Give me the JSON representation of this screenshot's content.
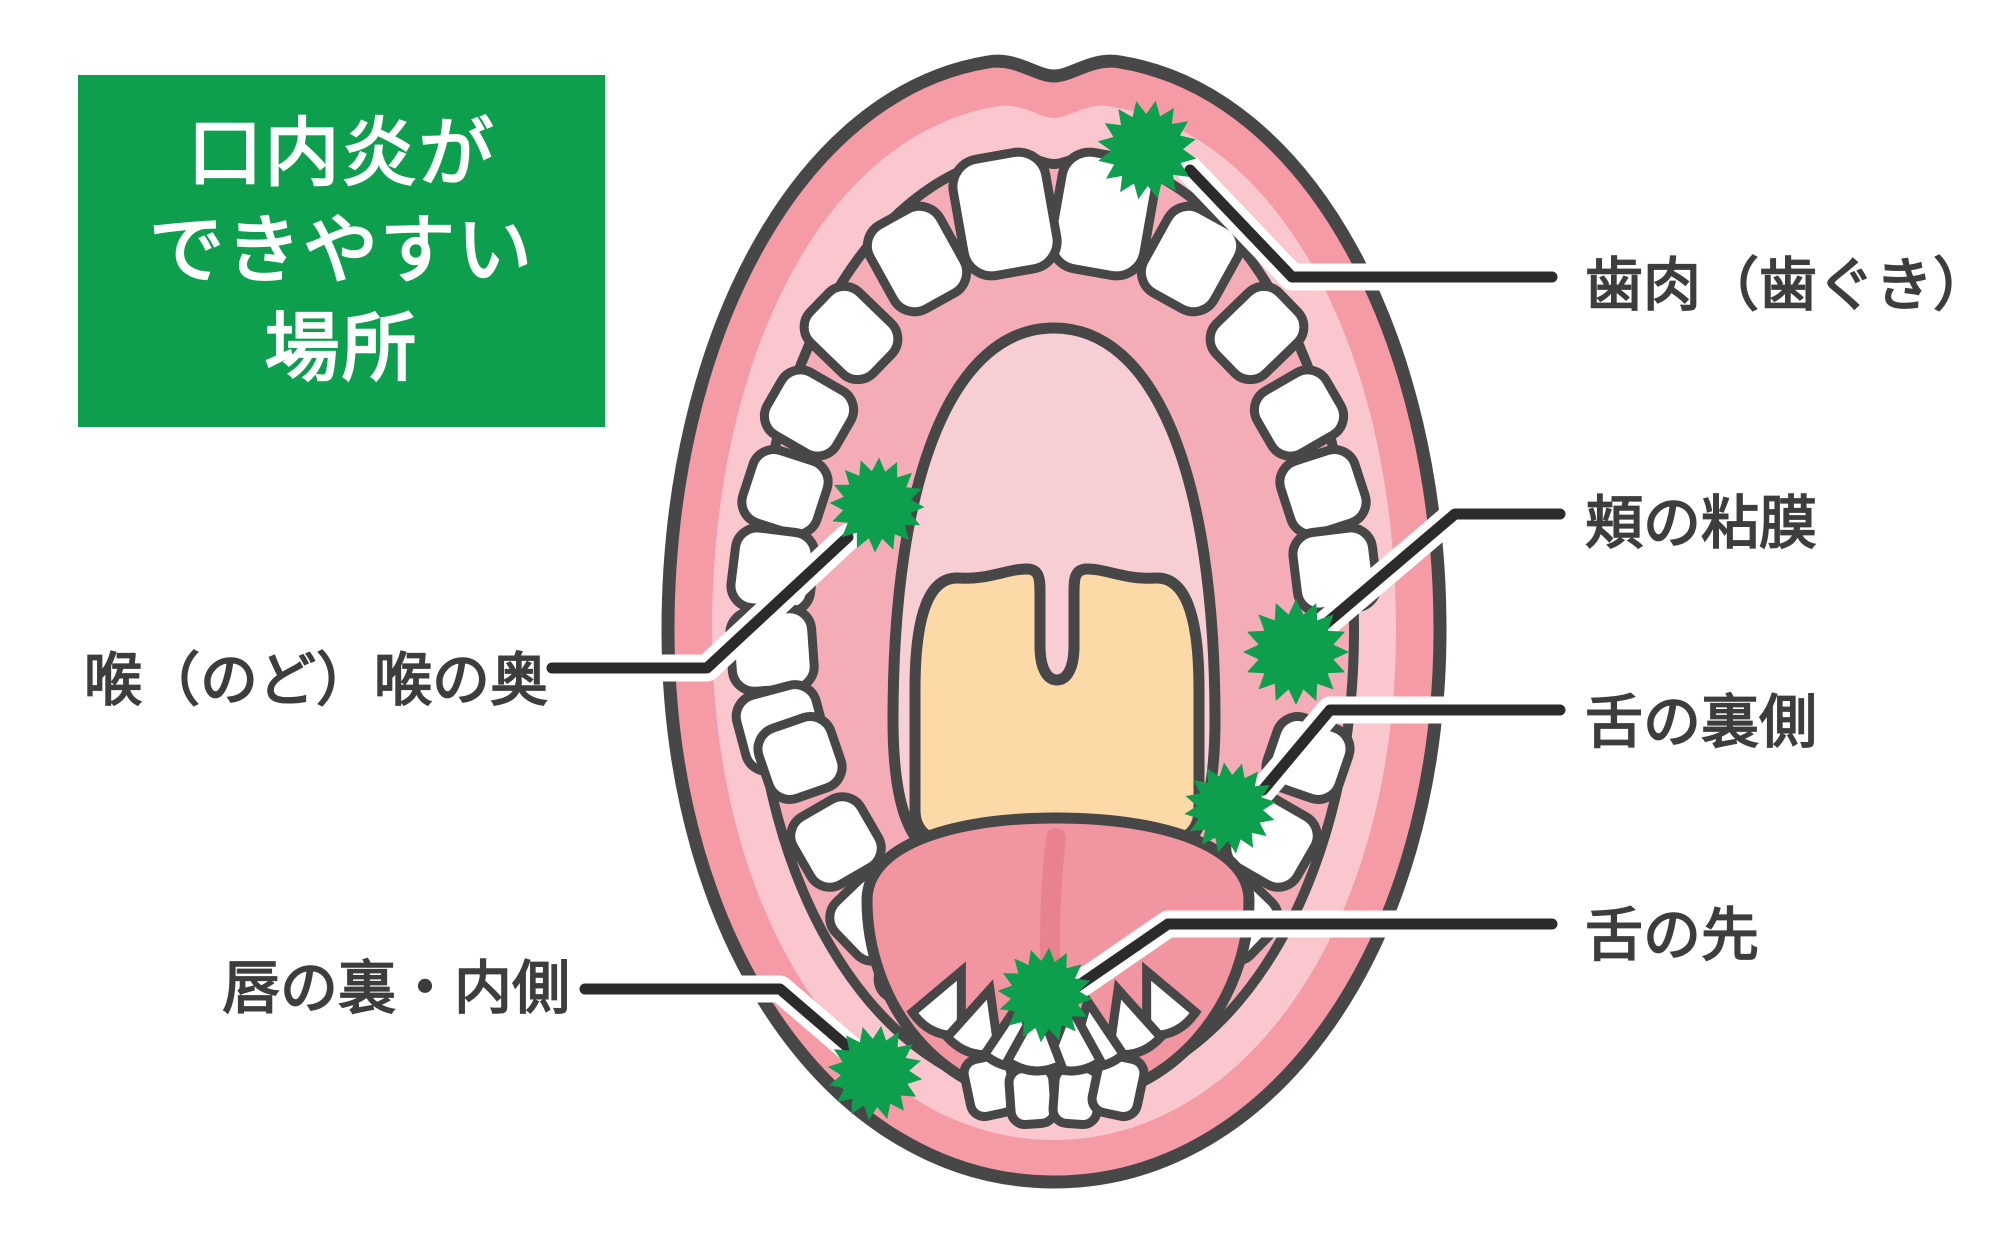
{
  "title": {
    "line1": "口内炎が",
    "line2": "できやすい",
    "line3": "場所"
  },
  "labels": {
    "gum": "歯肉（歯ぐき）",
    "cheek": "頬の粘膜",
    "tongue_underside": "舌の裏側",
    "tongue_tip": "舌の先",
    "throat": "喉（のど）喉の奥",
    "lip_inside": "唇の裏・内側"
  },
  "colors": {
    "accent_green": "#0d9e4e",
    "outline": "#474747",
    "lip": "#f59ba5",
    "inner_lip": "#f9c7cd",
    "mouth": "#f4adb6",
    "palate": "#f8ced5",
    "throat_back": "#fcd9a7",
    "tongue": "#f196a1",
    "tongue_groove": "#e8828f",
    "leader_line": "#2b2b2b",
    "label_text": "#3d3d3d"
  }
}
